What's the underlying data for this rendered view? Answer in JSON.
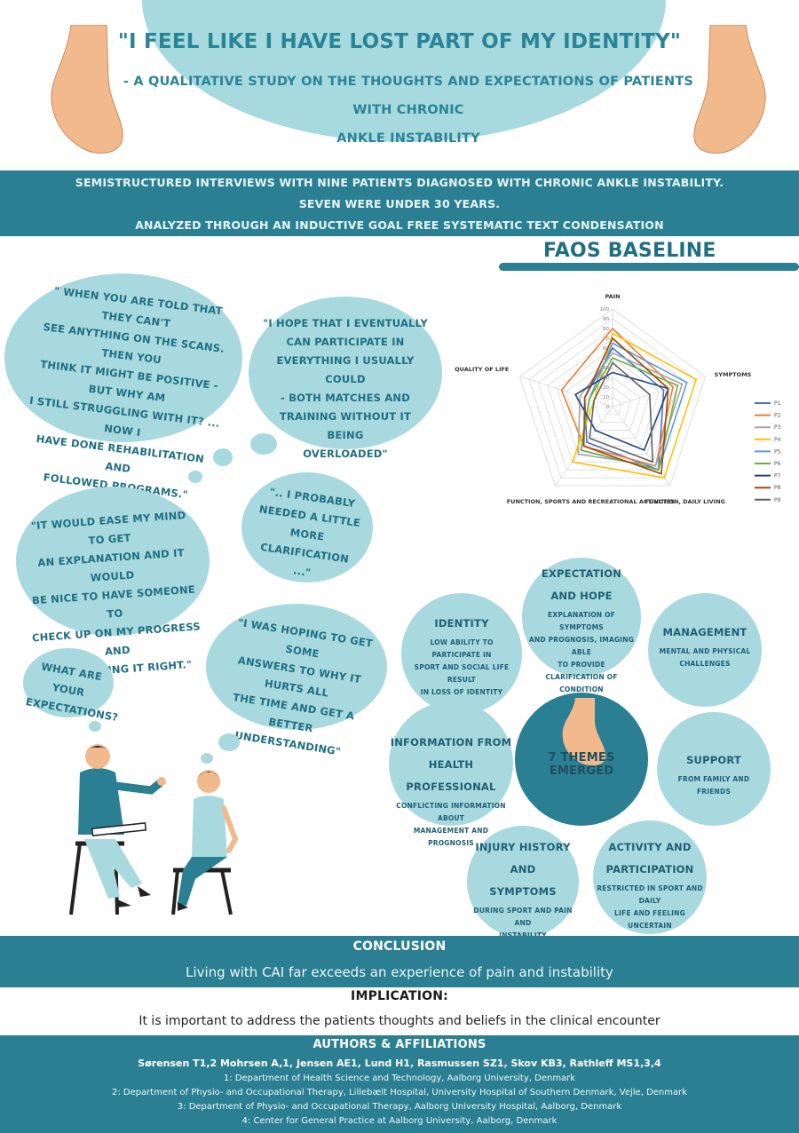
{
  "header": {
    "title": "\"I FEEL LIKE I HAVE LOST PART OF MY IDENTITY\"",
    "subtitle_line1": "- A QUALITATIVE STUDY ON THE THOUGHTS AND EXPECTATIONS OF PATIENTS WITH CHRONIC",
    "subtitle_line2": "ANKLE INSTABILITY"
  },
  "methods": {
    "line1": "SEMISTRUCTURED INTERVIEWS WITH NINE PATIENTS DIAGNOSED WITH CHRONIC ANKLE INSTABILITY.",
    "line2": "SEVEN WERE UNDER 30 YEARS.",
    "line3": "ANALYZED THROUGH AN INDUCTIVE GOAL FREE SYSTEMATIC TEXT CONDENSATION"
  },
  "quotes": {
    "q1": [
      "\" WHEN YOU ARE TOLD THAT THEY CAN'T",
      "SEE ANYTHING ON THE SCANS. THEN YOU",
      "THINK IT MIGHT BE POSITIVE - BUT WHY AM",
      "I STILL STRUGGLING WITH IT? ... NOW I",
      "HAVE DONE REHABILITATION AND",
      "FOLLOWED PROGRAMS.\""
    ],
    "q2": [
      "\"I HOPE THAT I EVENTUALLY",
      "CAN PARTICIPATE IN",
      "EVERYTHING I USUALLY COULD",
      "- BOTH MATCHES AND",
      "TRAINING WITHOUT IT BEING",
      "OVERLOADED\""
    ],
    "q3": [
      "\"IT WOULD EASE MY MIND TO GET",
      "AN EXPLANATION AND IT WOULD",
      "BE NICE TO HAVE SOMEONE TO",
      "CHECK UP ON MY PROGRESS AND",
      "IF I AM DOING IT RIGHT.\""
    ],
    "q4": [
      "\".. I PROBABLY",
      "NEEDED A LITTLE",
      "MORE",
      "CLARIFICATION ...\""
    ],
    "q5": [
      "\"I WAS HOPING TO GET SOME",
      "ANSWERS TO WHY IT HURTS ALL",
      "THE TIME AND GET A BETTER",
      "UNDERSTANDING\""
    ],
    "q6": [
      "WHAT ARE YOUR",
      "EXPECTATIONS?"
    ]
  },
  "faos_heading": "FAOS BASELINE",
  "chart_data": {
    "type": "radar",
    "axes": [
      "PAIN",
      "SYMPTOMS",
      "FUNCTION, DAILY LIVING",
      "FUNCTION, SPORTS AND RECREATIONAL ACTIVITIES",
      "QUALITY OF LIFE"
    ],
    "ticks": [
      "0",
      "10",
      "20",
      "30",
      "40",
      "50",
      "60",
      "70",
      "80",
      "90",
      "100"
    ],
    "range": [
      0,
      100
    ],
    "legend_position": "right",
    "series": [
      {
        "name": "P1",
        "color": "#4472c4",
        "values": [
          60,
          55,
          80,
          45,
          30
        ]
      },
      {
        "name": "P2",
        "color": "#ed7d31",
        "values": [
          80,
          65,
          75,
          50,
          55
        ]
      },
      {
        "name": "P3",
        "color": "#a5a5a5",
        "values": [
          55,
          75,
          75,
          60,
          35
        ]
      },
      {
        "name": "P4",
        "color": "#ffc000",
        "values": [
          75,
          90,
          90,
          70,
          20
        ]
      },
      {
        "name": "P5",
        "color": "#5b9bd5",
        "values": [
          65,
          80,
          80,
          55,
          25
        ]
      },
      {
        "name": "P6",
        "color": "#70ad47",
        "values": [
          50,
          70,
          80,
          55,
          25
        ]
      },
      {
        "name": "P7",
        "color": "#264478",
        "values": [
          35,
          60,
          55,
          30,
          40
        ]
      },
      {
        "name": "P8",
        "color": "#9e480e",
        "values": [
          70,
          60,
          85,
          50,
          30
        ]
      },
      {
        "name": "P9",
        "color": "#636363",
        "values": [
          45,
          40,
          70,
          40,
          20
        ]
      }
    ]
  },
  "themes": {
    "center": "7 THEMES EMERGED",
    "expectation": {
      "title": [
        "EXPECTATION",
        "AND HOPE"
      ],
      "desc": [
        "EXPLANATION OF SYMPTOMS",
        "AND PROGNOSIS, IMAGING ABLE",
        "TO PROVIDE CLARIFICATION OF",
        "CONDITION"
      ]
    },
    "identity": {
      "title": [
        "IDENTITY"
      ],
      "desc": [
        "LOW ABILITY TO PARTICIPATE IN",
        "SPORT AND SOCIAL LIFE RESULT",
        "IN LOSS OF IDENTITY"
      ]
    },
    "management": {
      "title": [
        "MANAGEMENT"
      ],
      "desc": [
        "MENTAL AND PHYSICAL",
        "CHALLENGES"
      ]
    },
    "information": {
      "title": [
        "INFORMATION FROM",
        "HEALTH PROFESSIONAL"
      ],
      "desc": [
        "CONFLICTING INFORMATION ABOUT",
        "MANAGEMENT AND PROGNOSIS"
      ]
    },
    "support": {
      "title": [
        "SUPPORT"
      ],
      "desc": [
        "FROM FAMILY AND FRIENDS"
      ]
    },
    "injury": {
      "title": [
        "INJURY HISTORY AND",
        "SYMPTOMS"
      ],
      "desc": [
        "DURING SPORT AND PAIN AND",
        "INSTABILITY"
      ]
    },
    "activity": {
      "title": [
        "ACTIVITY AND",
        "PARTICIPATION"
      ],
      "desc": [
        "RESTRICTED IN SPORT AND DAILY",
        "LIFE AND FEELING UNCERTAIN"
      ]
    }
  },
  "conclusion": {
    "heading": "CONCLUSION",
    "text": "Living with CAI far exceeds an experience of pain and instability"
  },
  "implication": {
    "heading": "IMPLICATION:",
    "text": "It is important to address the patients thoughts and beliefs in the clinical encounter"
  },
  "authors": {
    "heading": "AUTHORS & AFFILIATIONS",
    "names": "Sørensen T1,2 Mohrsen A,1, Jensen AE1, Lund H1, Rasmussen SZ1, Skov KB3, Rathleff MS1,3,4",
    "affiliations": [
      "1: Department of Health Science and Technology, Aalborg University, Denmark",
      "2: Department of Physio- and Occupational Therapy, Lillebælt Hospital, University Hospital of Southern Denmark, Vejle, Denmark",
      "3: Department of Physio- and Occupational Therapy, Aalborg University Hospital, Aalborg, Denmark",
      "4: Center for General Practice at Aalborg University, Aalborg, Denmark"
    ]
  },
  "colors": {
    "teal_dark": "#2a7f92",
    "teal_light": "#a8d9de",
    "skin": "#f2b98c"
  },
  "icons": [
    "foot-left-illustration",
    "foot-right-illustration",
    "foot-center-illustration",
    "therapist-illustration",
    "patient-illustration"
  ]
}
